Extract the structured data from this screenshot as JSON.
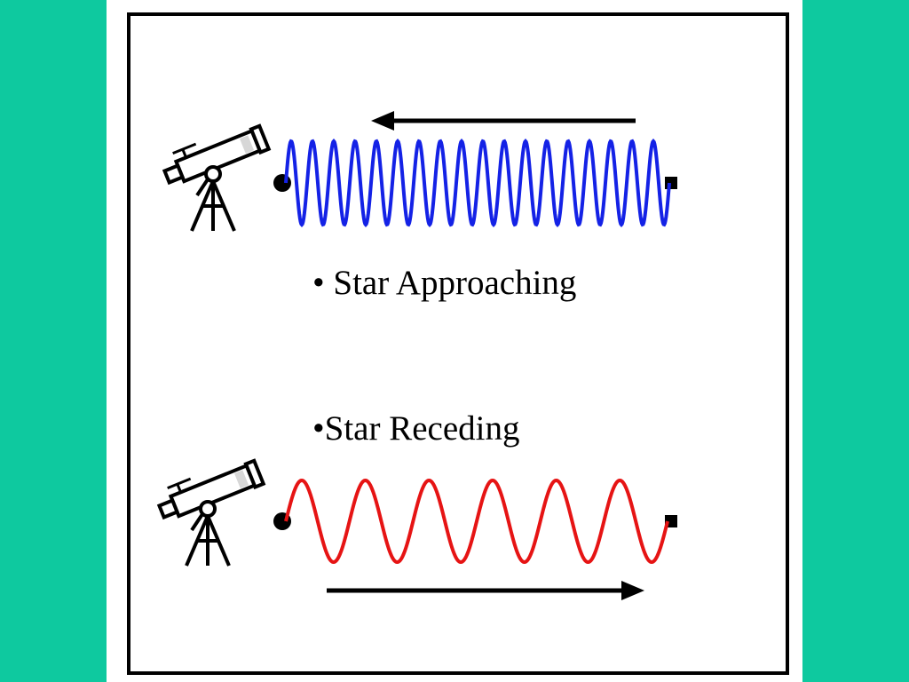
{
  "colors": {
    "band": "#0ec99f",
    "frame": "#000000",
    "blueshift_wave": "#1422e6",
    "redshift_wave": "#e61414",
    "arrow": "#000000"
  },
  "labels": {
    "approaching": "• Star Approaching",
    "receding": "•Star Receding"
  },
  "icons": {
    "observer": "telescope-icon",
    "wave_start": "dot-icon",
    "wave_end": "square-icon"
  },
  "waves": {
    "approaching": {
      "cycles": 18,
      "motion_direction": "left"
    },
    "receding": {
      "cycles": 6,
      "motion_direction": "right"
    }
  }
}
